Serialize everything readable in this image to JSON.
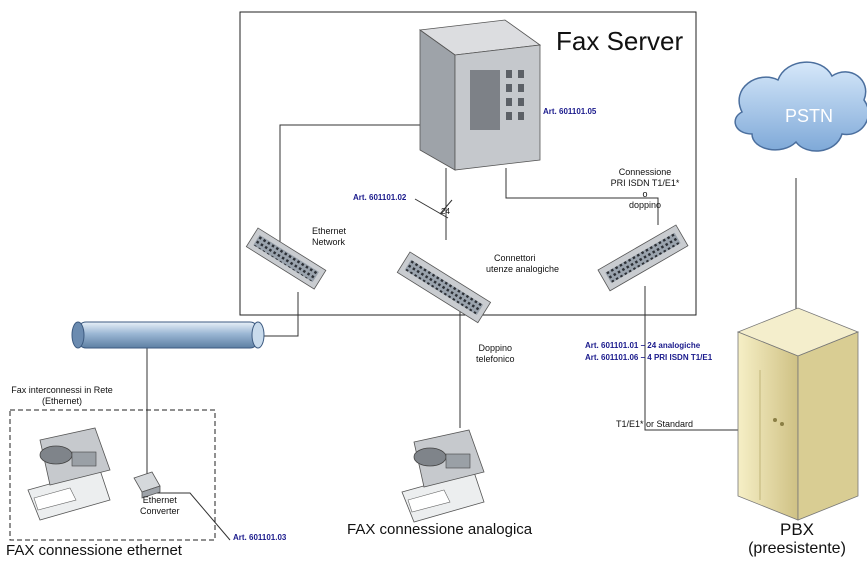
{
  "server_box": {
    "title": "Fax Server"
  },
  "cloud": {
    "label": "PSTN"
  },
  "articles": {
    "server": "Art. 601101.05",
    "connector": "Art. 601101.02",
    "ethernet_converter": "Art. 601101.03",
    "analog_24": "Art. 601101.01 – 24 analogiche",
    "pri_isdn": "Art. 601101.06 – 4 PRI ISDN T1/E1"
  },
  "labels": {
    "ethernet_network": [
      "Ethernet",
      "Network"
    ],
    "connettori": [
      "Connettori",
      "utenze analogiche"
    ],
    "connessione": [
      "Connessione",
      "PRI ISDN T1/E1*",
      "o",
      "doppino"
    ],
    "doppino": [
      "Doppino",
      "telefonico"
    ],
    "fax_rete": [
      "Fax interconnessi in Rete",
      "(Ethernet)"
    ],
    "ethernet_converter": [
      "Ethernet",
      "Converter"
    ],
    "t1_standard": "T1/E1*  or Standard",
    "bus_count": "24"
  },
  "captions": {
    "fax_ethernet": "FAX connessione ethernet",
    "fax_analog": "FAX connessione analogica",
    "pbx": "PBX",
    "pbx_sub": "(preesistente)"
  }
}
